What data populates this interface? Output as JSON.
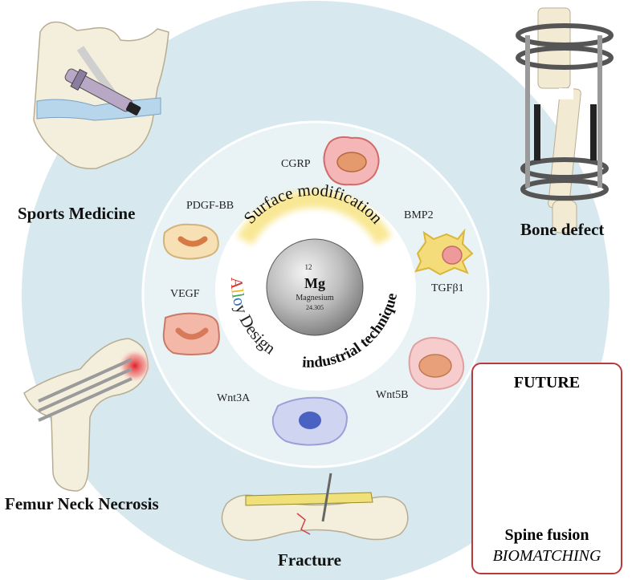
{
  "applications": {
    "sports_medicine": "Sports Medicine",
    "bone_defect": "Bone defect",
    "femur_neck_necrosis": "Femur Neck Necrosis",
    "fracture": "Fracture"
  },
  "future": {
    "title": "FUTURE",
    "line1": "Spine fusion",
    "line2": "BIOMATCHING"
  },
  "molecules": {
    "cgrp": "CGRP",
    "pdgf_bb": "PDGF-BB",
    "bmp2": "BMP2",
    "tgfb1": "TGFβ1",
    "vegf": "VEGF",
    "wnt5b": "Wnt5B",
    "wnt3a": "Wnt3A"
  },
  "strategies": {
    "surface_modification": "Surface modification",
    "industrial_technique": "industrial technique",
    "alloy_design": [
      "A",
      "l",
      "l",
      "o",
      "y",
      " ",
      "D",
      "e",
      "s",
      "i",
      "g",
      "n"
    ]
  },
  "element": {
    "number": "12",
    "symbol": "Mg",
    "name": "Magnesium",
    "mass": "24.305"
  },
  "colors": {
    "outer_ring": "#d7e9ee",
    "middle_ring": "#e9f3f6",
    "inner_circle": "#ffffff",
    "panel_border": "#b83a3a",
    "alloy_letters": [
      "#d9342b",
      "#e8b321",
      "#3fa64a",
      "#2f6fbf",
      "#222222",
      "#222222",
      "#222222",
      "#222222",
      "#222222",
      "#222222",
      "#222222",
      "#222222"
    ]
  }
}
